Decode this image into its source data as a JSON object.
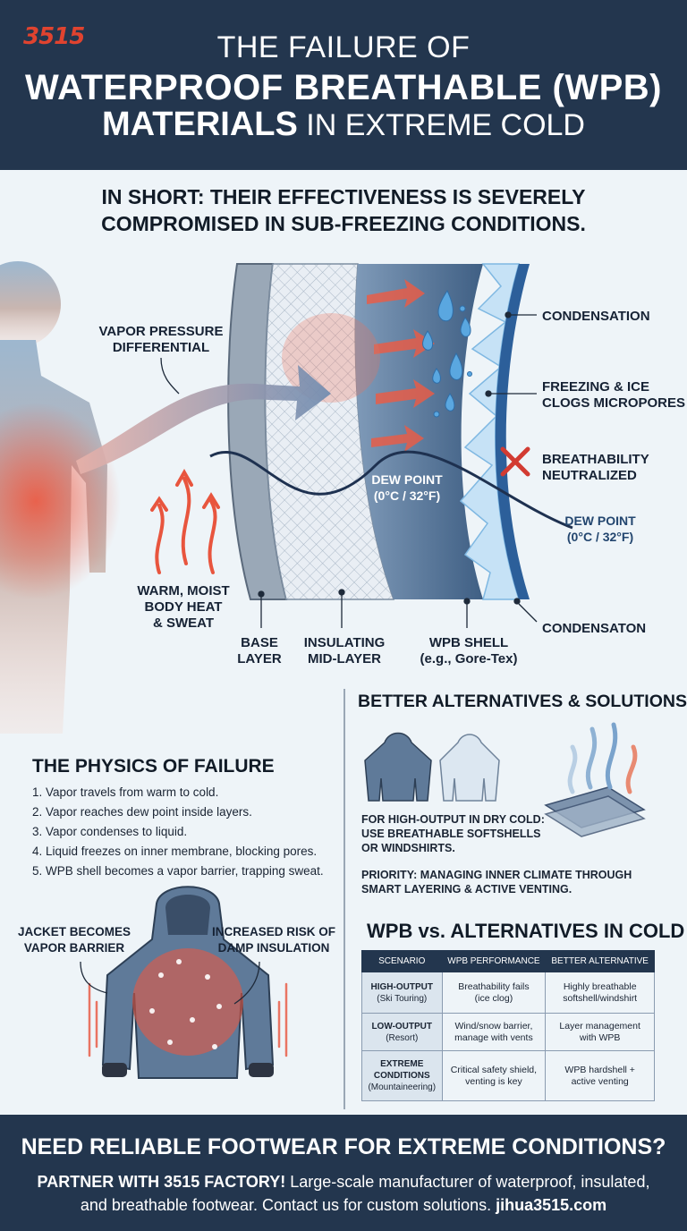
{
  "header": {
    "logo": "3515",
    "line1": "THE FAILURE OF",
    "line2": "WATERPROOF BREATHABLE (WPB)",
    "line3_bold": "MATERIALS",
    "line3_thin": " IN EXTREME COLD"
  },
  "summary": {
    "line1": "IN SHORT: THEIR EFFECTIVENESS IS SEVERELY",
    "line2": "COMPROMISED IN SUB-FREEZING CONDITIONS."
  },
  "diagram": {
    "vapor_pressure": [
      "VAPOR PRESSURE",
      "DIFFERENTIAL"
    ],
    "body_heat": [
      "WARM, MOIST",
      "BODY HEAT",
      "& SWEAT"
    ],
    "base_layer": [
      "BASE",
      "LAYER"
    ],
    "mid_layer": [
      "INSULATING",
      "MID-LAYER"
    ],
    "shell": [
      "WPB SHELL",
      "(e.g., Gore-Tex)"
    ],
    "dew_point_inner": [
      "DEW POINT",
      "(0°C / 32°F)"
    ],
    "dew_point_outer": [
      "DEW POINT",
      "(0°C / 32°F)"
    ],
    "condensation_top": "CONDENSATION",
    "freezing": [
      "FREEZING & ICE",
      "CLOGS MICROPORES"
    ],
    "breathability": [
      "BREATHABILITY",
      "NEUTRALIZED"
    ],
    "condensation_bottom": "CONDENSATON"
  },
  "physics": {
    "title": "THE PHYSICS OF FAILURE",
    "steps": [
      "1. Vapor travels from warm to cold.",
      "2. Vapor reaches dew point inside layers.",
      "3. Vapor condenses to liquid.",
      "4. Liquid freezes on inner membrane, blocking pores.",
      "5. WPB shell becomes a vapor barrier, trapping sweat."
    ]
  },
  "jacket": {
    "left": [
      "JACKET BECOMES",
      "VAPOR BARRIER"
    ],
    "right": [
      "INCREASED RISK OF",
      "DAMP INSULATION"
    ]
  },
  "alternatives": {
    "title": "BETTER ALTERNATIVES & SOLUTIONS",
    "high_output": [
      "FOR HIGH-OUTPUT IN DRY COLD:",
      "USE BREATHABLE SOFTSHELLS",
      "OR WINDSHIRTS."
    ],
    "priority": [
      "PRIORITY: MANAGING INNER CLIMATE THROUGH",
      "SMART LAYERING & ACTIVE VENTING."
    ]
  },
  "comparison": {
    "title": "WPB vs. ALTERNATIVES IN COLD",
    "headers": [
      "SCENARIO",
      "WPB PERFORMANCE",
      "BETTER ALTERNATIVE"
    ],
    "rows": [
      {
        "scenario": "HIGH-OUTPUT",
        "sub": "(Ski Touring)",
        "wpb": [
          "Breathability fails",
          "(ice clog)"
        ],
        "alt": [
          "Highly breathable",
          "softshell/windshirt"
        ]
      },
      {
        "scenario": "LOW-OUTPUT",
        "sub": "(Resort)",
        "wpb": [
          "Wind/snow barrier,",
          "manage with vents"
        ],
        "alt": [
          "Layer management",
          "with WPB"
        ]
      },
      {
        "scenario": "EXTREME\nCONDITIONS",
        "sub": "(Mountaineering)",
        "wpb": [
          "Critical safety shield,",
          "venting is key"
        ],
        "alt": [
          "WPB hardshell +",
          "active venting"
        ]
      }
    ]
  },
  "footer": {
    "title": "NEED RELIABLE FOOTWEAR FOR EXTREME CONDITIONS?",
    "bold1": "PARTNER WITH 3515 FACTORY!",
    "body1": " Large-scale manufacturer of waterproof, insulated,",
    "body2": "and breathable footwear. Contact us for custom solutions. ",
    "site": "jihua3515.com"
  },
  "colors": {
    "navy": "#23364e",
    "accent_red": "#e0432f",
    "ice_blue": "#5aa7e0"
  }
}
